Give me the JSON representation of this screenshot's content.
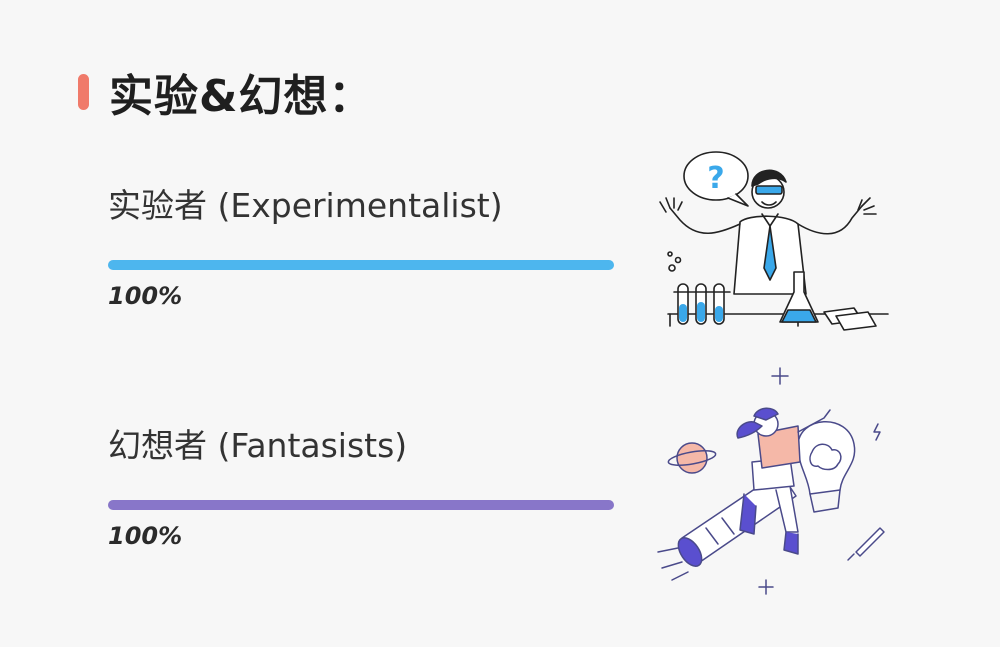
{
  "header": {
    "title": "实验&幻想："
  },
  "colors": {
    "accent": "#f07a6a",
    "experimentalist_bar": "#4db6ee",
    "fantasist_bar": "#8876c9"
  },
  "traits": [
    {
      "label": "实验者 (Experimentalist)",
      "percent_text": "100%",
      "progress": 1.0,
      "illustration": "scientist-illustration"
    },
    {
      "label": "幻想者 (Fantasists)",
      "percent_text": "100%",
      "progress": 1.0,
      "illustration": "dreamer-rocket-illustration"
    }
  ],
  "illustrations": {
    "scientist_bubble": "?"
  }
}
